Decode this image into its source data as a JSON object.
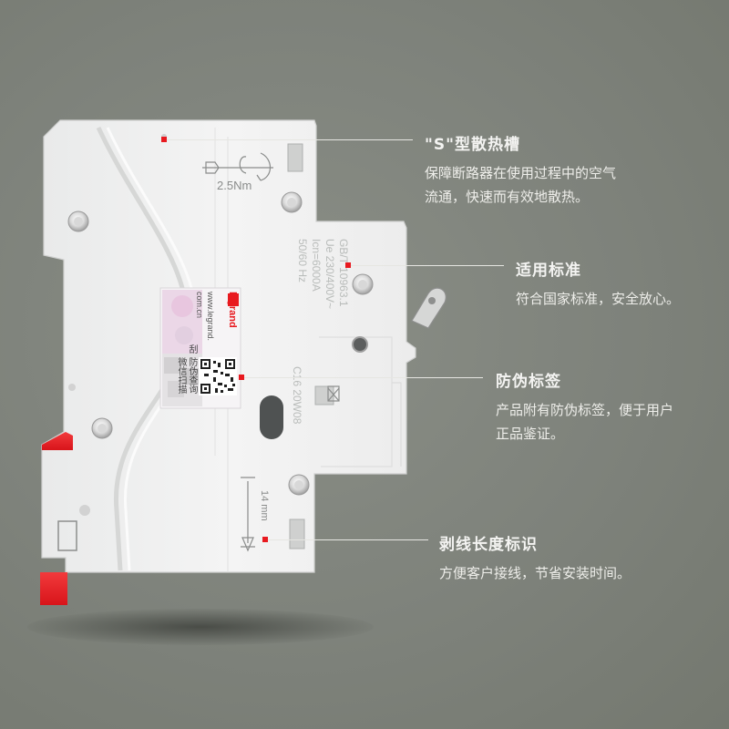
{
  "device": {
    "torque": "2.5Nm",
    "brand": "legrand",
    "website_line1": "www.legrand.",
    "website_line2": "com.cn",
    "sticker_text_1": "防伪查询",
    "sticker_text_2": "微信扫描",
    "sticker_text_3": "刮",
    "specs": [
      "GB/T 10963.1",
      "Ue 230/400V~",
      "Icn=6000A",
      "50/60 Hz"
    ],
    "rating": "C16 20W08",
    "strip_length": "14 mm",
    "accent_color": "#e8191f"
  },
  "callouts": [
    {
      "title": "\"S\"型散热槽",
      "desc": [
        "保障断路器在使用过程中的空气",
        "流通，快速而有效地散热。"
      ]
    },
    {
      "title": "适用标准",
      "desc": [
        "符合国家标准，安全放心。"
      ]
    },
    {
      "title": "防伪标签",
      "desc": [
        "产品附有防伪标签，便于用户",
        "正品鉴证。"
      ]
    },
    {
      "title": "剥线长度标识",
      "desc": [
        "方便客户接线，节省安装时间。"
      ]
    }
  ]
}
